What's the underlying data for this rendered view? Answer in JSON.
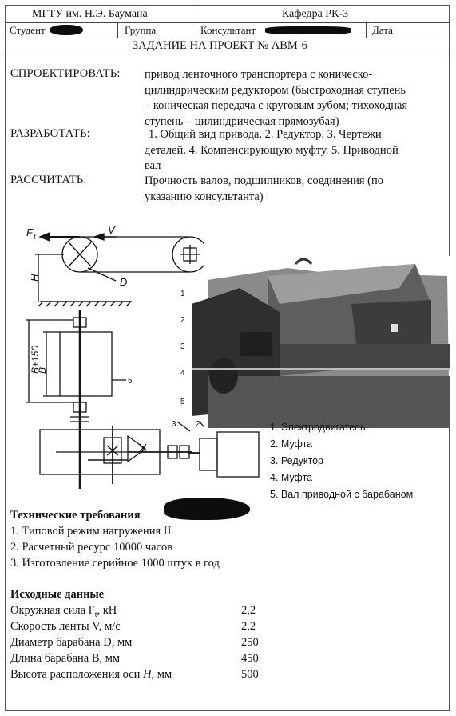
{
  "header": {
    "university": "МГТУ им. Н.Э. Баумана",
    "department": "Кафедра РК-3",
    "student_label": "Студент",
    "group_label": "Группа",
    "consultant_label": "Консультант",
    "date_label": "Дата",
    "title": "ЗАДАНИЕ НА ПРОЕКТ № АВМ-6"
  },
  "task": {
    "design_key": "СПРОЕКТИРОВАТЬ:",
    "design_lines": [
      "привод ленточного транспортера с коническо-",
      "цилиндрическим редуктором (быстроходная ступень",
      "– коническая передача с круговым зубом; тихоходная",
      "ступень – цилиндрическая прямозубая)"
    ],
    "develop_key": "РАЗРАБОТАТЬ:",
    "develop_lines": [
      "1. Общий вид привода. 2. Редуктор. 3. Чертежи",
      "деталей. 4. Компенсирующую муфту. 5. Приводной",
      "вал"
    ],
    "calc_key": "РАССЧИТАТЬ:",
    "calc_lines": [
      "Прочность валов, подшипников, соединения (по",
      "указанию консультанта)"
    ]
  },
  "diagram": {
    "ft_label": "F",
    "ft_sub": "t",
    "v_label": "V",
    "h_label": "H",
    "d_label": "D",
    "b150_label": "B+150",
    "b_label": "B",
    "num_1": "1",
    "num_2": "2",
    "num_3": "3",
    "num_4": "4",
    "num_5": "5"
  },
  "legend": [
    "1. Электродвигатель",
    "2. Муфта",
    "3. Редуктор",
    "4. Муфта",
    "5. Вал приводной с барабаном"
  ],
  "requirements": {
    "title": "Технические требования",
    "items": [
      "1. Типовой режим нагружения II",
      "2. Расчетный ресурс 10000 часов",
      "3. Изготовление серийное 1000 штук в год"
    ]
  },
  "initial": {
    "title": "Исходные данные",
    "rows": [
      {
        "pre": "Окружная сила F",
        "sub": "t",
        "post": ", кН",
        "value": "2,2"
      },
      {
        "pre": "Скорость ленты V, м/с",
        "sub": "",
        "post": "",
        "value": "2,2"
      },
      {
        "pre": "Диаметр барабана D, мм",
        "sub": "",
        "post": "",
        "value": "250"
      },
      {
        "pre": "Длина барабана В, мм",
        "sub": "",
        "post": "",
        "value": "450"
      },
      {
        "pre": "Высота расположения оси ",
        "sub": "",
        "post": "",
        "italic": "H",
        "post2": ", мм",
        "value": "500"
      }
    ]
  },
  "colors": {
    "ink": "#141414",
    "paper": "#ffffff",
    "photo_dark": "#2a2a2a",
    "photo_mid": "#7a7a7a"
  }
}
